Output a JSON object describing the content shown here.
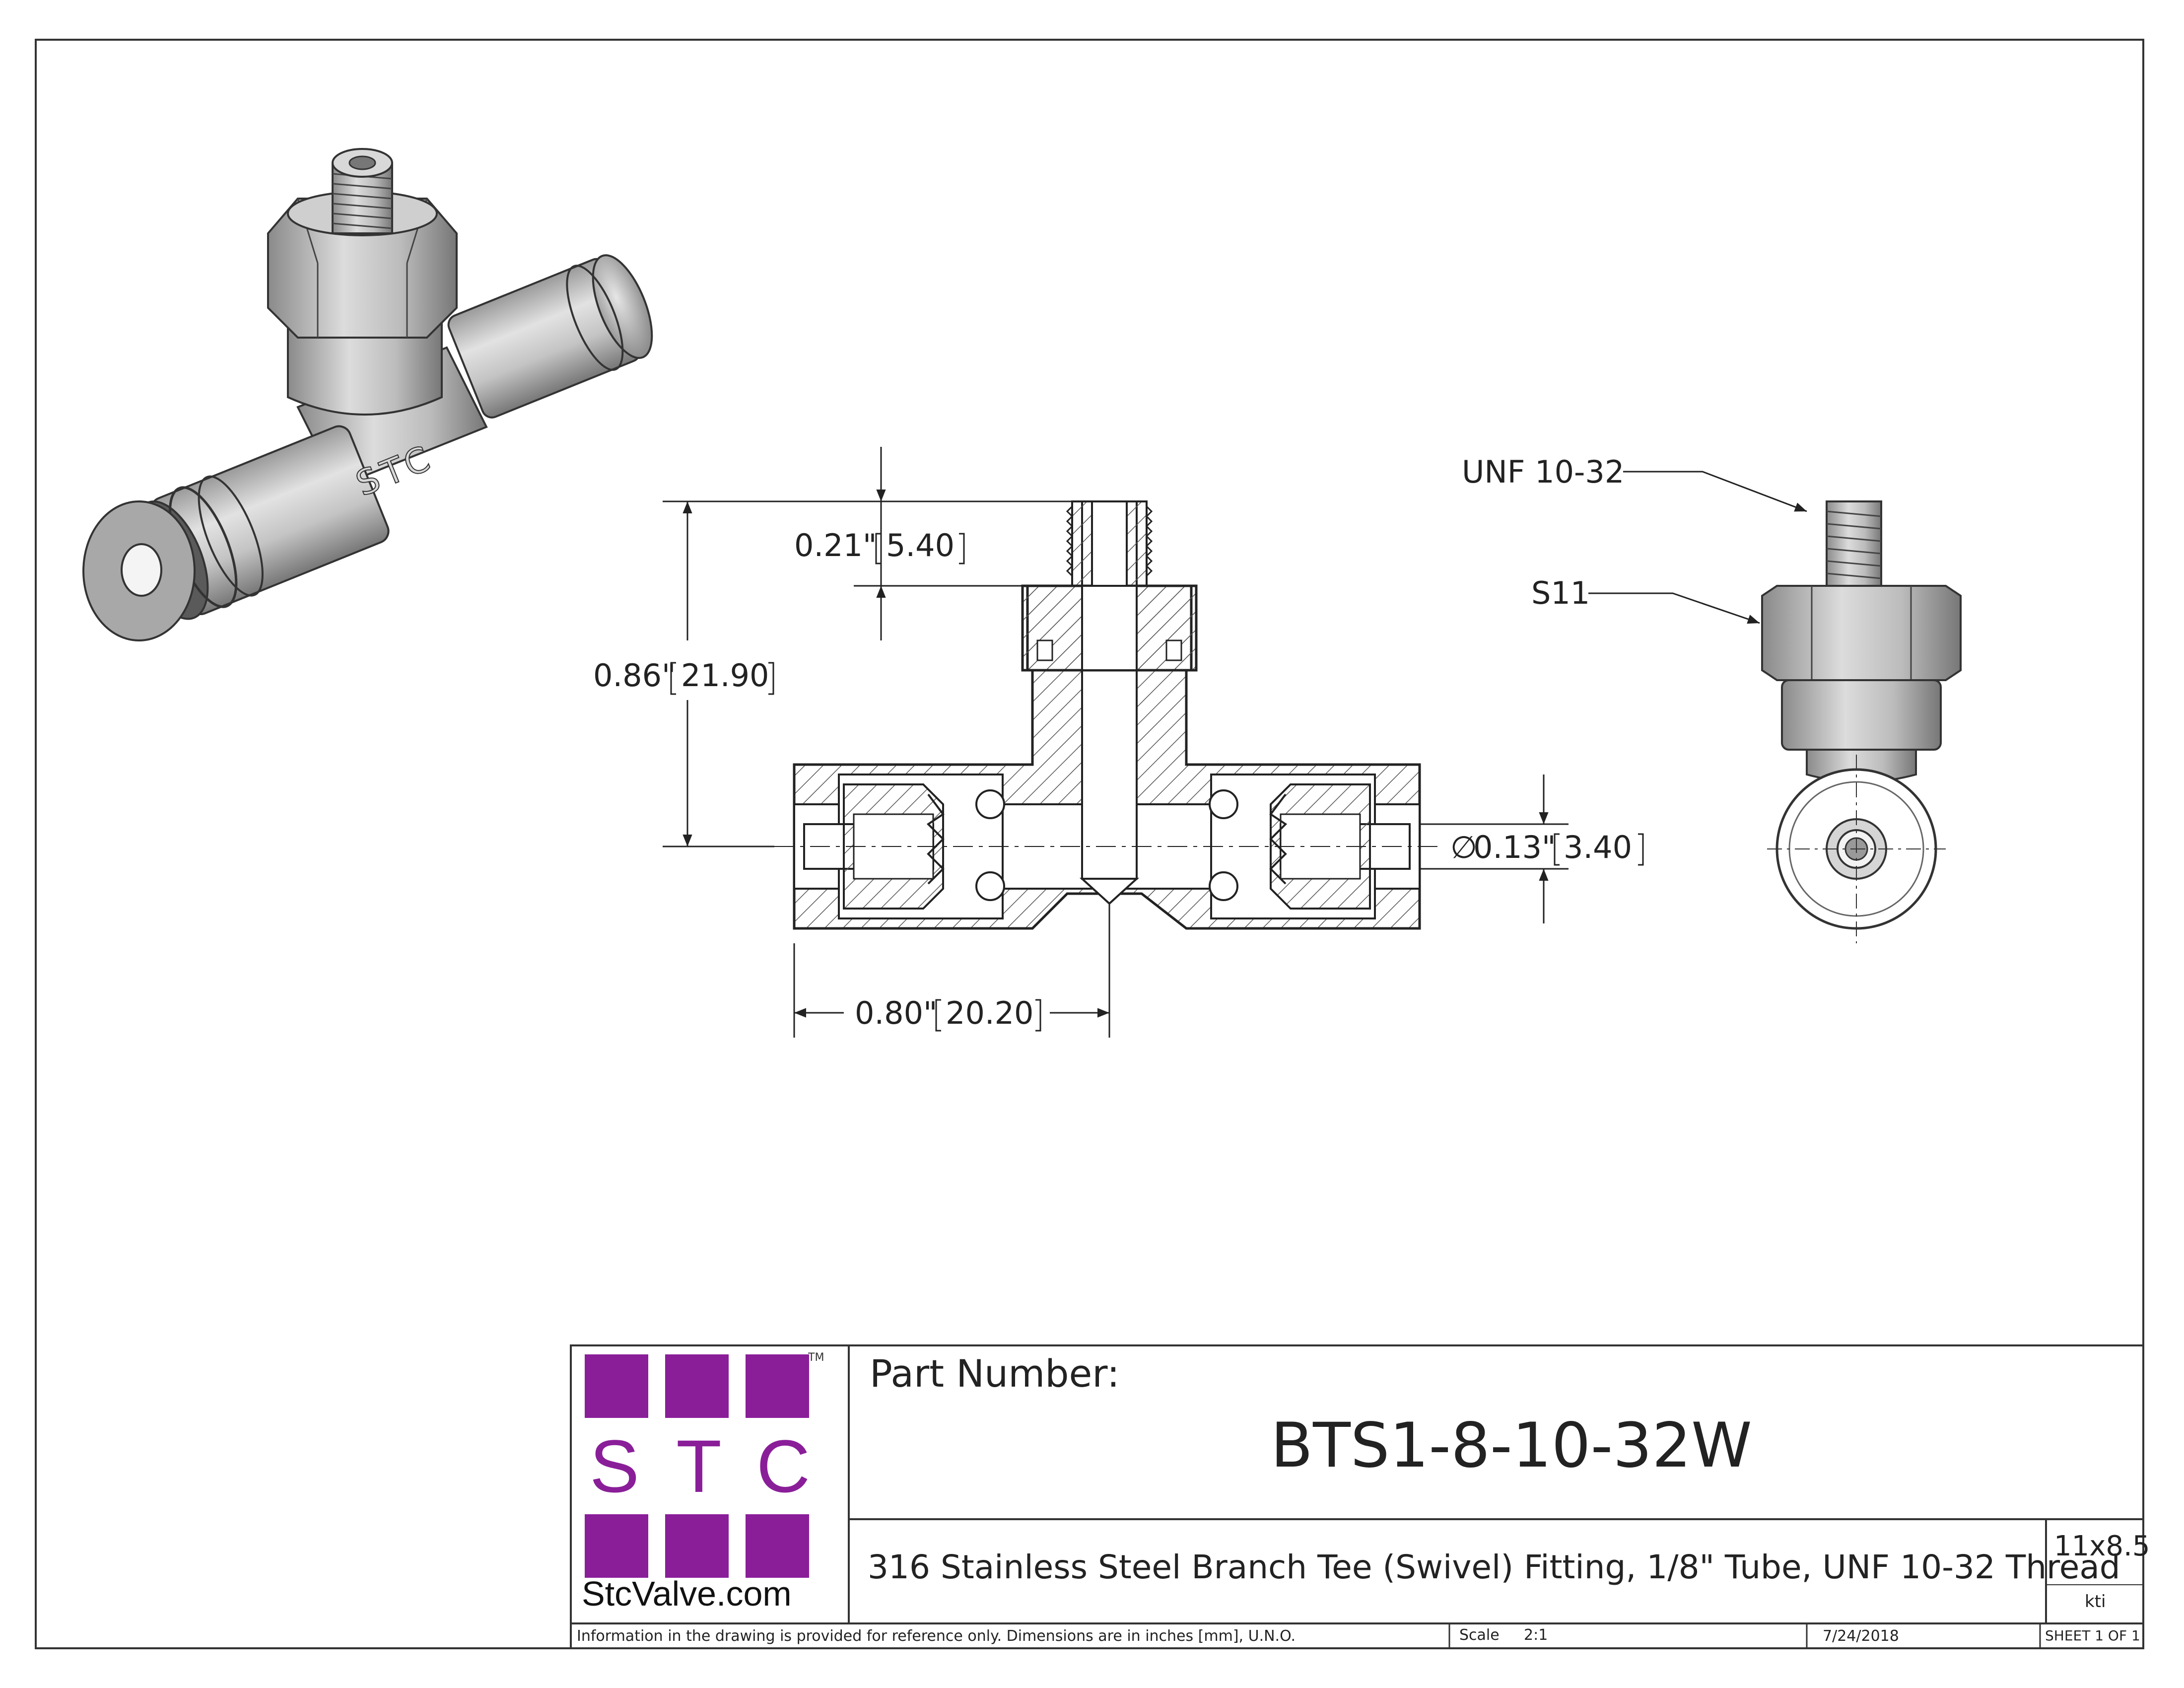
{
  "drawing": {
    "dimensions": {
      "top_port_depth": "0.21\"",
      "top_port_depth_mm": "5.40",
      "overall_height": "0.86\"",
      "overall_height_mm": "21.90",
      "bore_symbol": "∅",
      "bore_diameter": "0.13\"",
      "bore_diameter_mm": "3.40",
      "half_length": "0.80\"",
      "half_length_mm": "20.20"
    },
    "callouts": {
      "thread": "UNF 10-32",
      "hex_size": "S11"
    },
    "iso_brand_mark": "STC"
  },
  "title_block": {
    "logo": {
      "letters": [
        "S",
        "T",
        "C"
      ],
      "trademark": "TM",
      "website": "StcValve.com",
      "color": "#8a1e99"
    },
    "part_number_label": "Part Number:",
    "part_number": "BTS1-8-10-32W",
    "description": "316 Stainless Steel Branch Tee (Swivel) Fitting, 1/8\" Tube, UNF 10-32 Thread",
    "sheet_size": "11x8.5",
    "drawn_by": "kti",
    "disclaimer": "Information in the drawing is provided for reference only. Dimensions are in inches [mm], U.N.O.",
    "scale_label": "Scale",
    "scale_value": "2:1",
    "date": "7/24/2018",
    "sheet_number": "SHEET 1 OF 1"
  }
}
